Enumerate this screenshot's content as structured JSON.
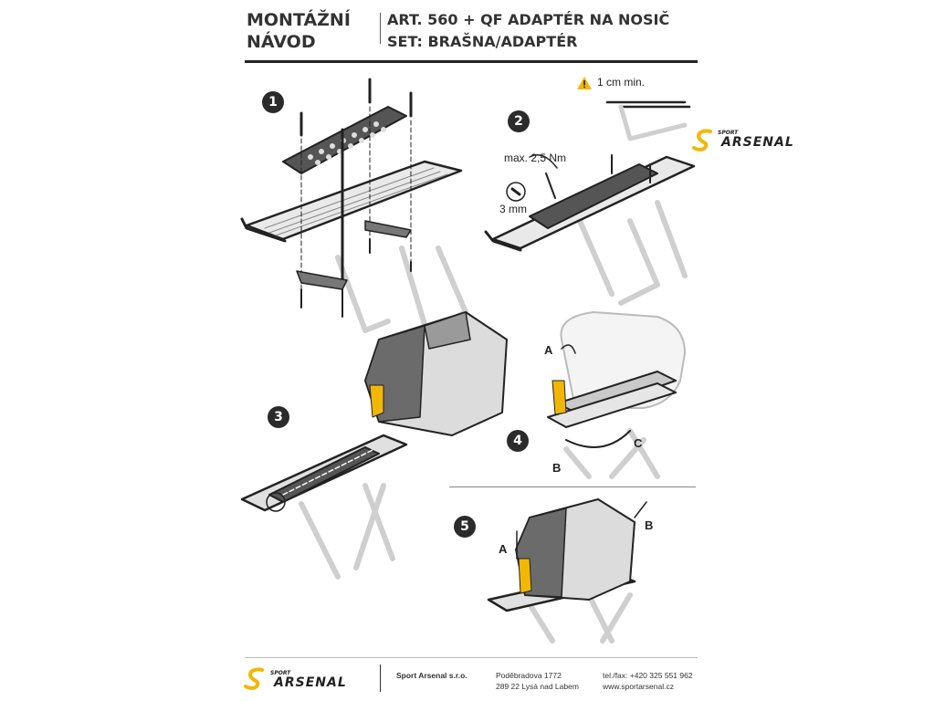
{
  "header": {
    "title_line1": "MONTÁŽNÍ",
    "title_line2": "NÁVOD",
    "product_line1": "ART. 560 + QF ADAPTÉR NA NOSIČ",
    "product_line2": "SET: BRAŠNA/ADAPTÉR"
  },
  "steps": [
    "1",
    "2",
    "3",
    "4",
    "5"
  ],
  "annotations": {
    "min_gap": "1 cm min.",
    "torque": "max. 2,5 Nm",
    "hex_size": "3 mm",
    "label_a": "A",
    "label_b": "B",
    "label_c": "C"
  },
  "brand": {
    "sport": "SPORT",
    "name": "ARSENAL",
    "accent_color": "#f2b705"
  },
  "footer": {
    "company": "Sport Arsenal s.r.o.",
    "address_line1": "Poděbradova 1772",
    "address_line2": "289 22 Lysá nad Labem",
    "phone": "tel./fax: +420 325 551 962",
    "web": "www.sportarsenal.cz"
  }
}
